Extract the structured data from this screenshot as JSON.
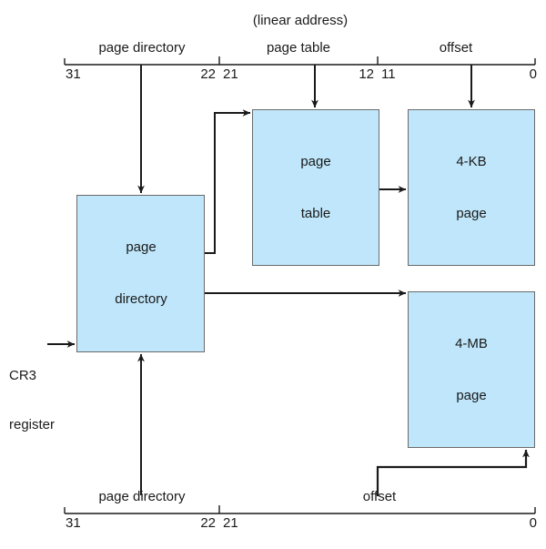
{
  "diagram": {
    "title": "(linear address)",
    "top_ruler": {
      "fields": [
        {
          "label": "page directory",
          "high_bit": "31",
          "low_bit": "22"
        },
        {
          "label": "page table",
          "high_bit": "21",
          "low_bit": "12"
        },
        {
          "label": "offset",
          "high_bit": "11",
          "low_bit": "0"
        }
      ]
    },
    "bottom_ruler": {
      "fields": [
        {
          "label": "page directory",
          "high_bit": "31",
          "low_bit": "22"
        },
        {
          "label": "offset",
          "high_bit": "21",
          "low_bit": "0"
        }
      ]
    },
    "boxes": [
      {
        "name": "page-directory-box",
        "line1": "page",
        "line2": "directory"
      },
      {
        "name": "page-table-box",
        "line1": "page",
        "line2": "table"
      },
      {
        "name": "four-kb-page-box",
        "line1": "4-KB",
        "line2": "page"
      },
      {
        "name": "four-mb-page-box",
        "line1": "4-MB",
        "line2": "page"
      }
    ],
    "register": {
      "line1": "CR3",
      "line2": "register"
    },
    "colors": {
      "box_fill": "#bfe6fa",
      "box_border": "#6b6b6b",
      "line": "#1a1a1a",
      "text": "#1a1a1a",
      "background": "#ffffff"
    }
  }
}
